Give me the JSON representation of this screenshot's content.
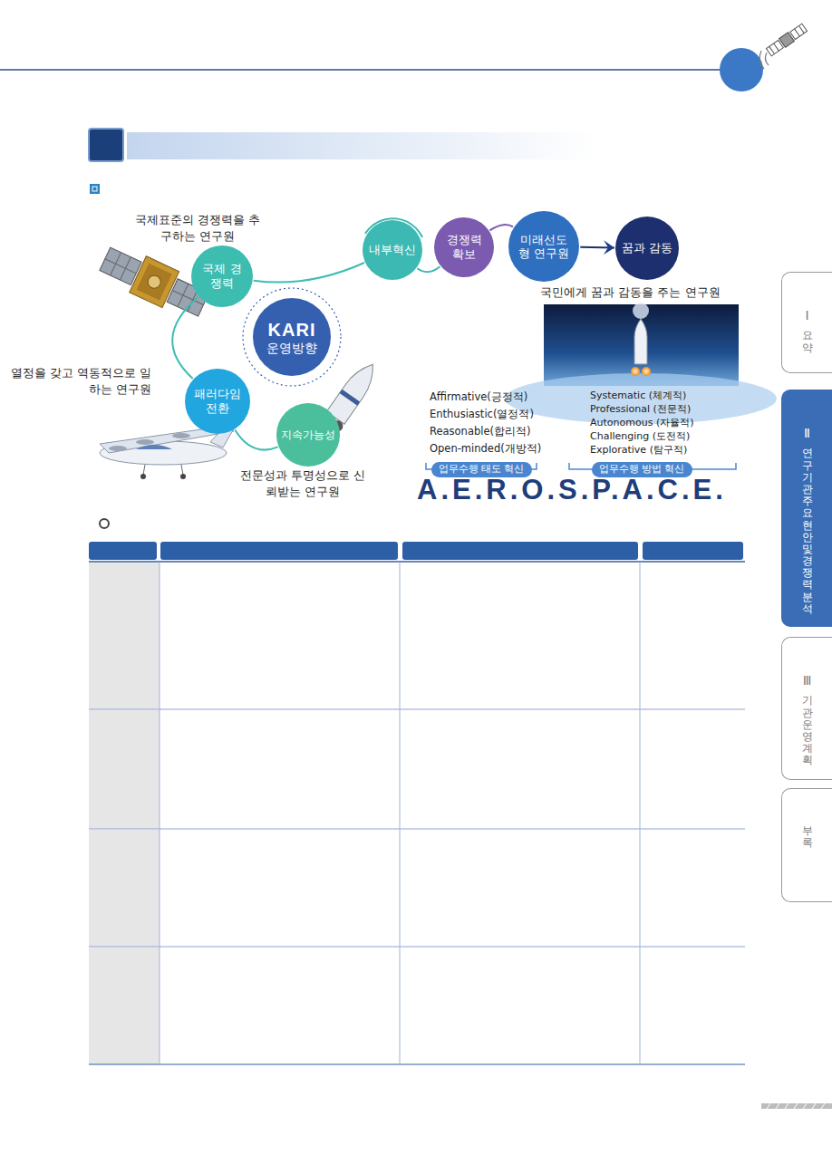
{
  "diagram": {
    "nodes": [
      {
        "text": [
          "국제 경쟁력"
        ]
      },
      {
        "text": [
          "내부혁신"
        ]
      },
      {
        "text": [
          "경쟁력 확보"
        ]
      },
      {
        "text": [
          "미래선도형 연구원"
        ]
      },
      {
        "text": [
          "꿈과 감동"
        ]
      },
      {
        "text": [
          "KARI",
          "운영방향"
        ]
      },
      {
        "text": [
          "패러다임 전환"
        ]
      },
      {
        "text": [
          "지속가능성"
        ]
      },
      {
        "text": [
          "업무수행 태도 혁신"
        ]
      },
      {
        "text": [
          "업무수행 방법 혁신"
        ]
      },
      {
        "text": [
          "Ⅰ",
          "요약"
        ]
      },
      {
        "text": [
          "Ⅱ",
          "연구기관 주요현안 및 경쟁력 분석"
        ]
      },
      {
        "text": [
          "Ⅲ",
          "기관운영계획"
        ]
      },
      {
        "text": [
          "부록"
        ]
      }
    ],
    "edges": [
      {
        "from": 0,
        "to": 6,
        "arrow": "none"
      },
      {
        "from": 6,
        "to": 7,
        "arrow": "none"
      },
      {
        "from": 0,
        "to": 1,
        "arrow": "none"
      },
      {
        "from": 1,
        "to": 2,
        "arrow": "none"
      },
      {
        "from": 2,
        "to": 3,
        "arrow": "none"
      },
      {
        "from": 3,
        "to": 4,
        "arrow": "to"
      }
    ],
    "labels": [
      "국제표준의 경쟁력을 추구하는 연구원",
      "열정을 갖고 역동적으로 일하는 연구원",
      "전문성과 투명성으로 신뢰받는 연구원",
      "국민에게 꿈과 감동을 주는 연구원",
      "Affirmative(긍정적)",
      "Enthusiastic(열정적)",
      "Reasonable(합리적)",
      "Open-minded(개방적)",
      "Systematic (체계적)",
      "Professional (전문적)",
      "Autonomous (자율적)",
      "Challenging (도전적)",
      "Explorative (탐구적)",
      "A.E.R.O.S.P.A.C.E."
    ]
  }
}
